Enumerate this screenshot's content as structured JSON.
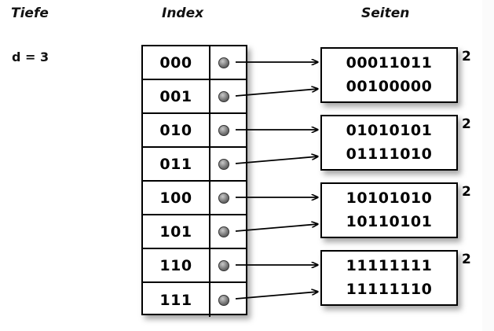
{
  "headings": {
    "depth": "Tiefe",
    "index": "Index",
    "pages": "Seiten"
  },
  "depth": {
    "label": "d = 3"
  },
  "index_table": {
    "rows": [
      {
        "key": "000",
        "pointer": "pointer-dot",
        "target_page": 0
      },
      {
        "key": "001",
        "pointer": "pointer-dot",
        "target_page": 0
      },
      {
        "key": "010",
        "pointer": "pointer-dot",
        "target_page": 1
      },
      {
        "key": "011",
        "pointer": "pointer-dot",
        "target_page": 1
      },
      {
        "key": "100",
        "pointer": "pointer-dot",
        "target_page": 2
      },
      {
        "key": "101",
        "pointer": "pointer-dot",
        "target_page": 2
      },
      {
        "key": "110",
        "pointer": "pointer-dot",
        "target_page": 3
      },
      {
        "key": "111",
        "pointer": "pointer-dot",
        "target_page": 3
      }
    ]
  },
  "pages": [
    {
      "lines": [
        "00011011",
        "00100000"
      ],
      "local_depth": "2"
    },
    {
      "lines": [
        "01010101",
        "01111010"
      ],
      "local_depth": "2"
    },
    {
      "lines": [
        "10101010",
        "10110101"
      ],
      "local_depth": "2"
    },
    {
      "lines": [
        "11111111",
        "11111110"
      ],
      "local_depth": "2"
    }
  ],
  "colors": {
    "background": "#ffffff",
    "stroke": "#000000",
    "pointer_dot": "#6d6d6d",
    "shadow": "rgba(0,0,0,0.35)"
  }
}
